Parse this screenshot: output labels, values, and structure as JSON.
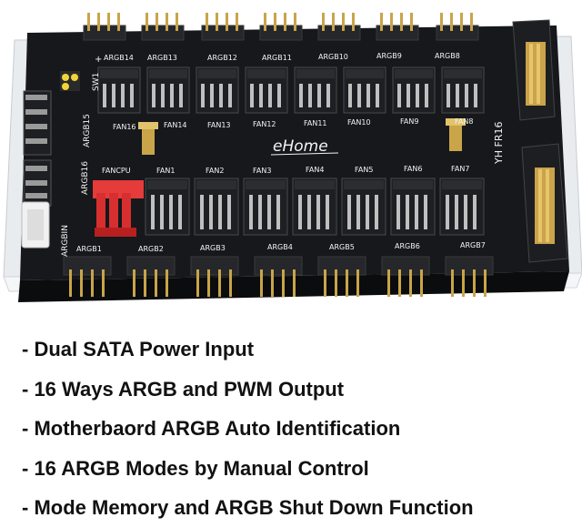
{
  "board": {
    "top_labels": [
      "ARGB14",
      "ARGB13",
      "ARGB12",
      "ARGB11",
      "ARGB10",
      "ARGB9",
      "ARGB8"
    ],
    "fan_top_labels": [
      "FAN16",
      "FAN14",
      "FAN13",
      "FAN12",
      "FAN11",
      "FAN10",
      "FAN9",
      "FAN8"
    ],
    "fan_mid_labels": [
      "FANCPU",
      "FAN1",
      "FAN2",
      "FAN3",
      "FAN4",
      "FAN5",
      "FAN6",
      "FAN7"
    ],
    "bottom_labels": [
      "ARGB1",
      "ARGB2",
      "ARGB3",
      "ARGB4",
      "ARGB5",
      "ARGB6",
      "ARGB7"
    ],
    "left_labels": [
      "SW1",
      "ARGB15",
      "ARGB16",
      "ARGBIN"
    ],
    "plus_marker": "+",
    "logo": "eHome",
    "model": "YH FR16"
  },
  "features": [
    "- Dual SATA Power Input",
    "- 16 Ways ARGB and PWM Output",
    "- Motherbaord ARGB Auto Identification",
    "- 16 ARGB Modes by Manual Control",
    "- Mode Memory and ARGB Shut Down Function"
  ]
}
